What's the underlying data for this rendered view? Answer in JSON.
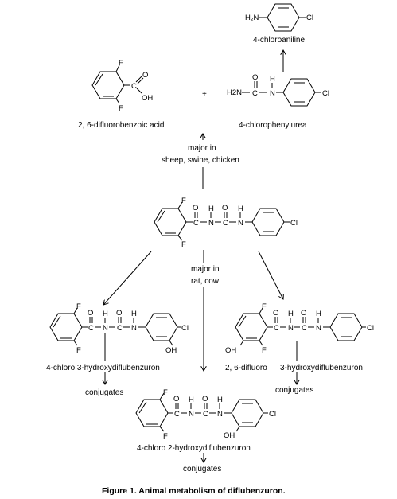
{
  "labels": {
    "chloroaniline": "4-chloroaniline",
    "difluorobenzoic": "2, 6-difluorobenzoic acid",
    "plus": "+",
    "chlorophenylurea": "4-chlorophenylurea",
    "major_in_1": "major in",
    "sheep": "sheep, swine, chicken",
    "major_in_2": "major in",
    "rat": "rat, cow",
    "hdfb3": "4-chloro 3-hydroxydiflubenzuron",
    "conj1": "conjugates",
    "r_26": "2, 6-difluoro",
    "r_3h": "3-hydroxydiflubenzuron",
    "conj2": "conjugates",
    "hdfb2": "4-chloro 2-hydroxydiflubenzuron",
    "conj3": "conjugates"
  },
  "atoms": {
    "F": "F",
    "Cl": "Cl",
    "H": "H",
    "C": "C",
    "O": "O",
    "N": "N",
    "OH": "OH",
    "H2N": "H₂N",
    "H2N_dash": "H2N"
  },
  "caption": "Figure 1.  Animal metabolism of diflubenzuron."
}
